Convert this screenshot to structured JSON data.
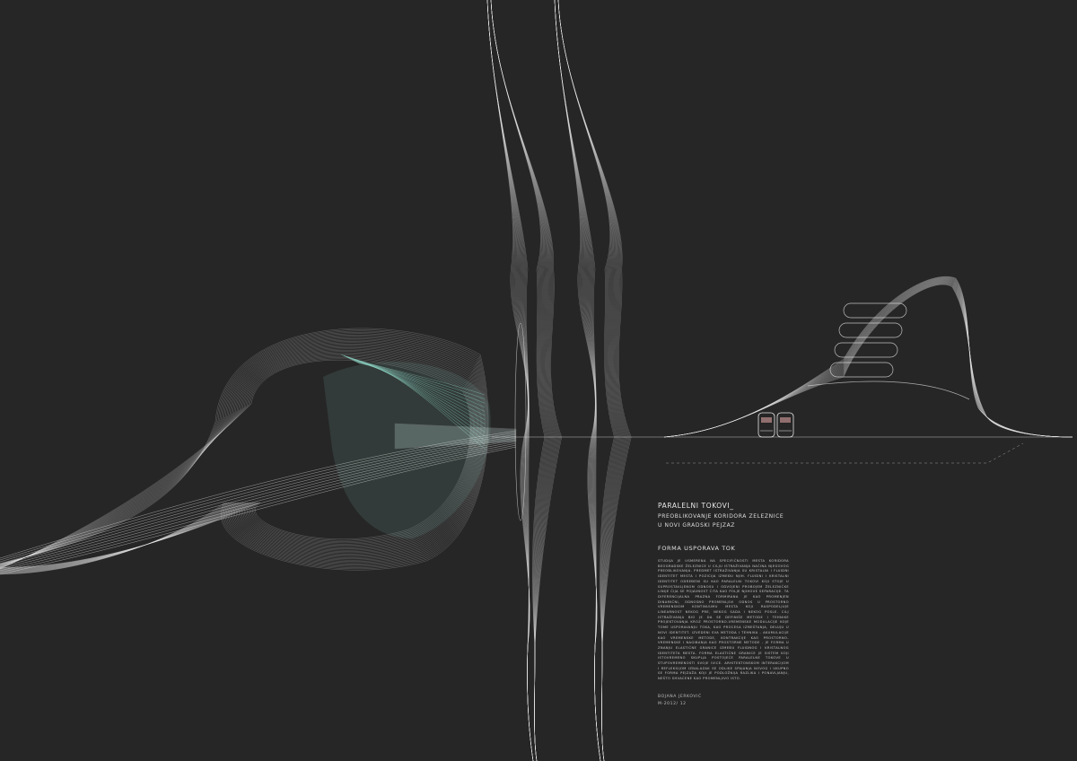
{
  "poster": {
    "title": "PARALELNI TOKOVI_",
    "subtitle": "PREOBLIKOVANJE KORIDORA ZELEZNICE U NOVI GRADSKI PEJZAZ",
    "section_heading": "FORMA USPORAVA TOK",
    "body": "Studija je usmerena na specifičnosti mesta koridora beogradske železnice u cilju istraživanja načina njegovog preoblikovanja. Predmet istraživanja su kristalni i fluidni identitet mesta i pozicija između njih. Fluidni i kristalni identitet određeni su kao paralelni tokovi koji stoje u suprostavljenom odnosu i odvojeni probojem železničke linije čija se pojavnost čita kao polje njihove separacije. Ta diferencijalna prazna formirana je kao promenjen dinamični, odnosno promenljivi odnos u prostorno vremenskom kontinuumu mesta koji raspodeljuje linearnost nekog pre, nekog sada i nekog posle. Cilj istraživanja bio je da se definiše metode i tehnike projektovanja kroz prostorno-vremenske modulacije koje tome usporavanju toka, kao procesa izmeštanja, deluju u novi identitet. Izvedeni sva metoda i tehnika - akumulacije kao vremenske metode, kontrakcije kao prostorno-vremenske i nagibanja kao prostorne metode - je forma u znanju elastične granice između fluidnog i kristalnog identiteta mesta. Forma elastične granice je sistem koji istovremeno skuplja postojeće paralelne tokove u stupovremenosti svoje ivice. Arhitektonskom interakcijom i refleksijom iznalazak se odlike spajanja novog i ukupno se forma pejzaža koji je podložnija razlika i ponavljanju, nešto shvaćene kao promenljivo isto.",
    "author": "Bojana Jerković",
    "code": "M-2012/ 12"
  },
  "colors": {
    "background": "#262626",
    "line": "#e6e6e6",
    "accent": "#8fd6c6",
    "train_accent": "#d9a0a0"
  }
}
